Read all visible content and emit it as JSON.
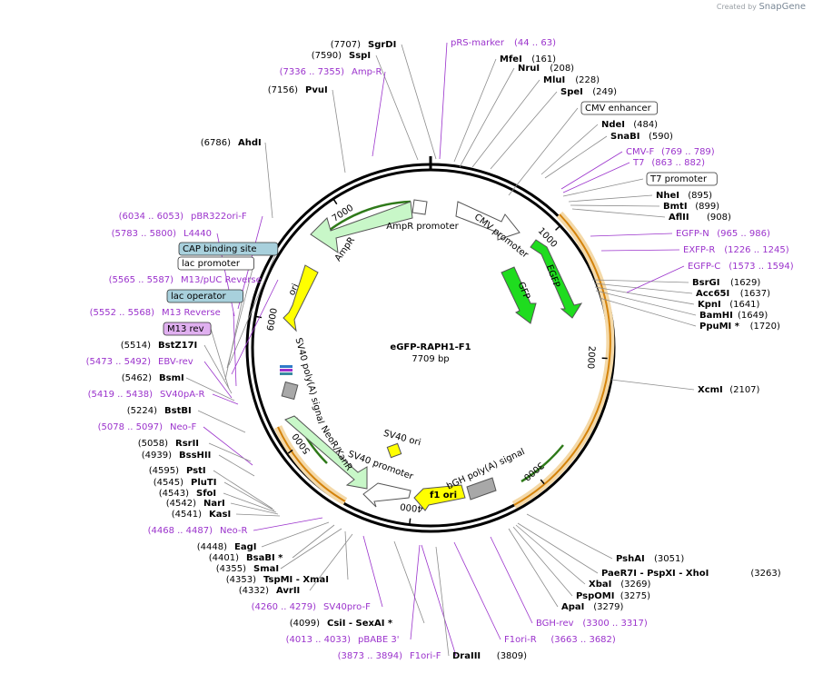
{
  "credit": {
    "created_by": "Created by",
    "app": "SnapGene"
  },
  "plasmid": {
    "name": "eGFP-RAPH1-F1",
    "size": "7709 bp"
  },
  "ticks": [
    "1000",
    "2000",
    "3000",
    "4000",
    "5000",
    "6000",
    "7000"
  ],
  "labels": [
    {
      "pos": "(7707)",
      "name": "SgrDI",
      "kind": "enzyme"
    },
    {
      "pos": "(7590)",
      "name": "SspI",
      "kind": "enzyme"
    },
    {
      "pos": "(7336 .. 7355)",
      "name": "Amp-R",
      "kind": "primer"
    },
    {
      "pos": "(7156)",
      "name": "PvuI",
      "kind": "enzyme"
    },
    {
      "pos": "(6786)",
      "name": "AhdI",
      "kind": "enzyme"
    },
    {
      "pos": "(6034 .. 6053)",
      "name": "pBR322ori-F",
      "kind": "primer"
    },
    {
      "pos": "(5783 .. 5800)",
      "name": "L4440",
      "kind": "primer"
    },
    {
      "pos": "",
      "name": "CAP binding site",
      "kind": "box-blue"
    },
    {
      "pos": "",
      "name": "lac promoter",
      "kind": "box-white"
    },
    {
      "pos": "(5565 .. 5587)",
      "name": "M13/pUC Reverse",
      "kind": "primer"
    },
    {
      "pos": "",
      "name": "lac operator",
      "kind": "box-blue"
    },
    {
      "pos": "(5552 .. 5568)",
      "name": "M13 Reverse",
      "kind": "primer"
    },
    {
      "pos": "",
      "name": "M13 rev",
      "kind": "box-purple"
    },
    {
      "pos": "(5514)",
      "name": "BstZ17I",
      "kind": "enzyme"
    },
    {
      "pos": "(5473 .. 5492)",
      "name": "EBV-rev",
      "kind": "primer"
    },
    {
      "pos": "(5462)",
      "name": "BsmI",
      "kind": "enzyme"
    },
    {
      "pos": "(5419 .. 5438)",
      "name": "SV40pA-R",
      "kind": "primer"
    },
    {
      "pos": "(5224)",
      "name": "BstBI",
      "kind": "enzyme"
    },
    {
      "pos": "(5078 .. 5097)",
      "name": "Neo-F",
      "kind": "primer"
    },
    {
      "pos": "(5058)",
      "name": "RsrII",
      "kind": "enzyme"
    },
    {
      "pos": "(4939)",
      "name": "BssHII",
      "kind": "enzyme"
    },
    {
      "pos": "(4595)",
      "name": "PstI",
      "kind": "enzyme"
    },
    {
      "pos": "(4545)",
      "name": "PluTI",
      "kind": "enzyme"
    },
    {
      "pos": "(4543)",
      "name": "SfoI",
      "kind": "enzyme"
    },
    {
      "pos": "(4542)",
      "name": "NarI",
      "kind": "enzyme"
    },
    {
      "pos": "(4541)",
      "name": "KasI",
      "kind": "enzyme"
    },
    {
      "pos": "(4468 .. 4487)",
      "name": "Neo-R",
      "kind": "primer"
    },
    {
      "pos": "(4448)",
      "name": "EagI",
      "kind": "enzyme"
    },
    {
      "pos": "(4401)",
      "name": "BsaBI *",
      "kind": "enzyme"
    },
    {
      "pos": "(4355)",
      "name": "SmaI",
      "kind": "enzyme"
    },
    {
      "pos": "(4353)",
      "name": "TspMI  - XmaI",
      "kind": "enzyme"
    },
    {
      "pos": "(4332)",
      "name": "AvrII",
      "kind": "enzyme"
    },
    {
      "pos": "(4260 .. 4279)",
      "name": "SV40pro-F",
      "kind": "primer"
    },
    {
      "pos": "(4099)",
      "name": "CsiI  - SexAI *",
      "kind": "enzyme"
    },
    {
      "pos": "(4013 .. 4033)",
      "name": "pBABE 3'",
      "kind": "primer"
    },
    {
      "pos": "(3873 .. 3894)",
      "name": "F1ori-F",
      "kind": "primer"
    },
    {
      "pos": "(3809)",
      "name": "DraIII",
      "kind": "enzyme"
    },
    {
      "pos": "(3663 .. 3682)",
      "name": "F1ori-R",
      "kind": "primer"
    },
    {
      "pos": "(3300 .. 3317)",
      "name": "BGH-rev",
      "kind": "primer"
    },
    {
      "pos": "(3279)",
      "name": "ApaI",
      "kind": "enzyme"
    },
    {
      "pos": "(3275)",
      "name": "PspOMI",
      "kind": "enzyme"
    },
    {
      "pos": "(3269)",
      "name": "XbaI",
      "kind": "enzyme"
    },
    {
      "pos": "(3263)",
      "name": "PaeR7I  - PspXI  - XhoI",
      "kind": "enzyme"
    },
    {
      "pos": "(3051)",
      "name": "PshAI",
      "kind": "enzyme"
    },
    {
      "pos": "(2107)",
      "name": "XcmI",
      "kind": "enzyme"
    },
    {
      "pos": "(1720)",
      "name": "PpuMI *",
      "kind": "enzyme"
    },
    {
      "pos": "(1649)",
      "name": "BamHI",
      "kind": "enzyme"
    },
    {
      "pos": "(1641)",
      "name": "KpnI",
      "kind": "enzyme"
    },
    {
      "pos": "(1637)",
      "name": "Acc65I",
      "kind": "enzyme"
    },
    {
      "pos": "(1629)",
      "name": "BsrGI",
      "kind": "enzyme"
    },
    {
      "pos": "(1573 .. 1594)",
      "name": "EGFP-C",
      "kind": "primer"
    },
    {
      "pos": "(1226 .. 1245)",
      "name": "EXFP-R",
      "kind": "primer"
    },
    {
      "pos": "(965 .. 986)",
      "name": "EGFP-N",
      "kind": "primer"
    },
    {
      "pos": "(908)",
      "name": "AflII",
      "kind": "enzyme"
    },
    {
      "pos": "(899)",
      "name": "BmtI",
      "kind": "enzyme"
    },
    {
      "pos": "(895)",
      "name": "NheI",
      "kind": "enzyme"
    },
    {
      "pos": "",
      "name": "T7 promoter",
      "kind": "box-white"
    },
    {
      "pos": "(863 .. 882)",
      "name": "T7",
      "kind": "primer"
    },
    {
      "pos": "(769 .. 789)",
      "name": "CMV-F",
      "kind": "primer"
    },
    {
      "pos": "(590)",
      "name": "SnaBI",
      "kind": "enzyme"
    },
    {
      "pos": "(484)",
      "name": "NdeI",
      "kind": "enzyme"
    },
    {
      "pos": "",
      "name": "CMV enhancer",
      "kind": "box-white"
    },
    {
      "pos": "(249)",
      "name": "SpeI",
      "kind": "enzyme"
    },
    {
      "pos": "(228)",
      "name": "MluI",
      "kind": "enzyme"
    },
    {
      "pos": "(208)",
      "name": "NruI",
      "kind": "enzyme"
    },
    {
      "pos": "(161)",
      "name": "MfeI",
      "kind": "enzyme"
    },
    {
      "pos": "(44 .. 63)",
      "name": "pRS-marker",
      "kind": "primer"
    }
  ],
  "features": [
    {
      "name": "AmpR promoter"
    },
    {
      "name": "AmpR"
    },
    {
      "name": "ori"
    },
    {
      "name": "CMV promoter"
    },
    {
      "name": "EGFP"
    },
    {
      "name": "GFP"
    },
    {
      "name": "SV40 poly(A) signal"
    },
    {
      "name": "NeoR/KanR"
    },
    {
      "name": "SV40 promoter"
    },
    {
      "name": "SV40 ori"
    },
    {
      "name": "bGH poly(A) signal"
    },
    {
      "name": "f1 ori"
    }
  ],
  "colors": {
    "enzyme": "#000000",
    "primer": "#9b33cc",
    "leader": "#8c8c8c",
    "cds_green": "#1fdc1f",
    "light_green": "#c8f7c8",
    "ori_yellow": "#ffff00",
    "polyA_gray": "#a8a8a8",
    "orange_highlight": "#f4d9a8",
    "cap_blue": "#a8d0dc",
    "m13_purple": "#e0b0f0"
  }
}
